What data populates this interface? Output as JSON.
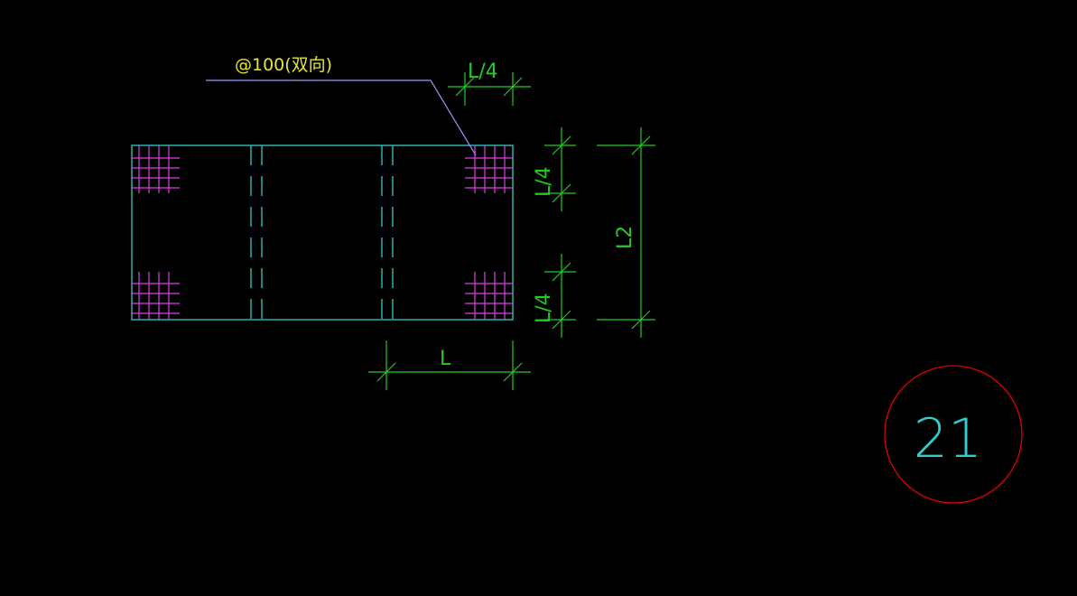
{
  "colors": {
    "background": "#000000",
    "slab_outline": "#33cccc",
    "rebar_grid": "#e040e0",
    "dimension": "#22cc22",
    "leader": "#9999ff",
    "note_text": "#e6e633",
    "bubble_circle": "#dd0000",
    "bubble_text": "#33cccc"
  },
  "annotation": {
    "rebar_note": "@100(双向)"
  },
  "dimensions": {
    "top_quarter": "L/4",
    "right_top_quarter": "L/4",
    "right_bottom_quarter": "L/4",
    "overall_height": "L2",
    "bottom_span": "L"
  },
  "detail_bubble": {
    "number": "21"
  }
}
